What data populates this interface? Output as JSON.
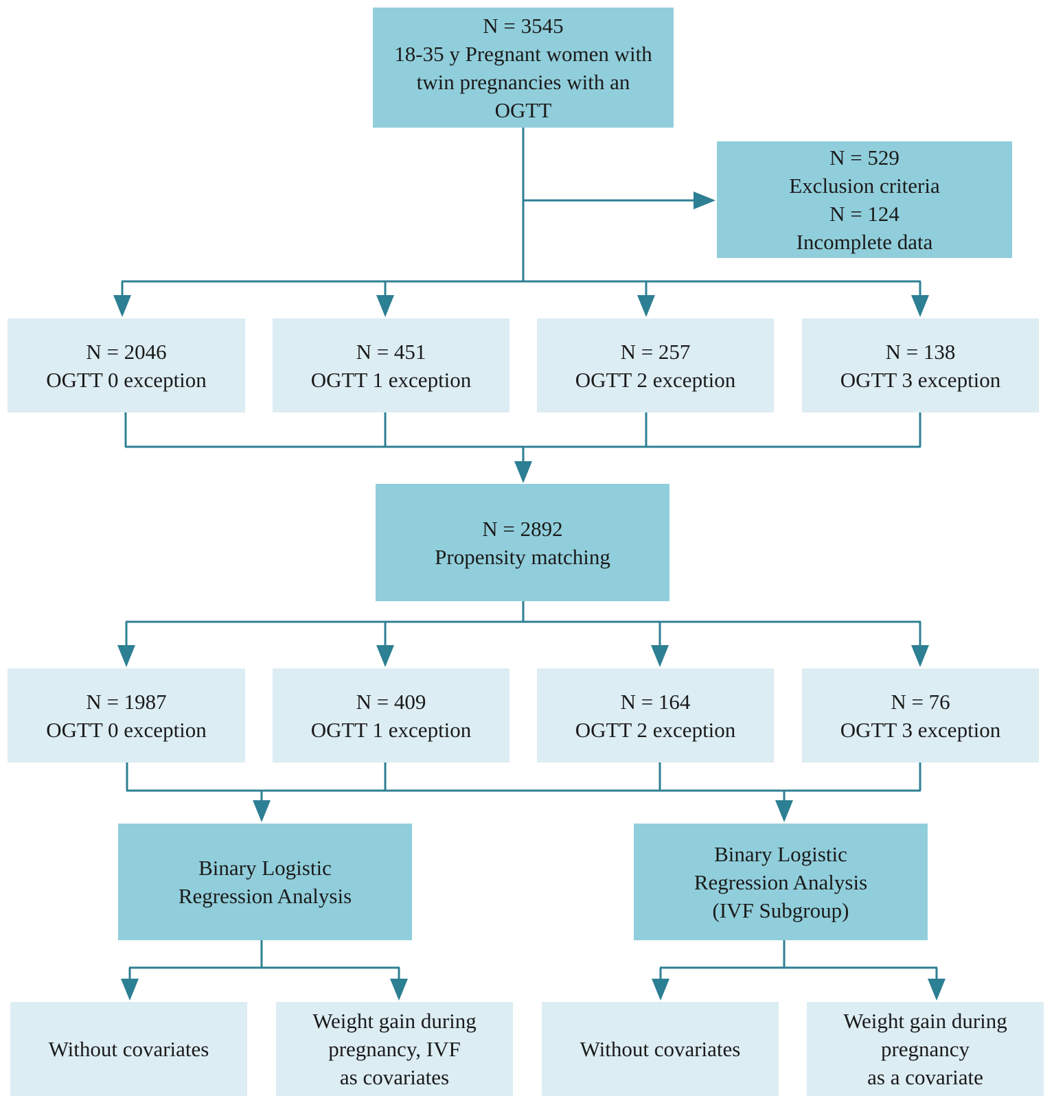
{
  "colors": {
    "dark_box": "#91cedb",
    "light_box": "#dcedf3",
    "connector": "#2d7f93",
    "text": "#1a1a1a"
  },
  "nodes": {
    "start": {
      "count": "N = 3545",
      "lines": [
        "18-35 y Pregnant women with",
        "twin pregnancies with an",
        "OGTT"
      ]
    },
    "excluded": {
      "count1": "N = 529",
      "label1": "Exclusion criteria",
      "count2": "N = 124",
      "label2": "Incomplete data"
    },
    "before_matching": [
      {
        "count": "N = 2046",
        "label": "OGTT 0 exception"
      },
      {
        "count": "N = 451",
        "label": "OGTT 1 exception"
      },
      {
        "count": "N = 257",
        "label": "OGTT 2 exception"
      },
      {
        "count": "N = 138",
        "label": "OGTT 3 exception"
      }
    ],
    "matching": {
      "count": "N = 2892",
      "label": "Propensity matching"
    },
    "after_matching": [
      {
        "count": "N = 1987",
        "label": "OGTT 0 exception"
      },
      {
        "count": "N = 409",
        "label": "OGTT 1 exception"
      },
      {
        "count": "N = 164",
        "label": "OGTT 2 exception"
      },
      {
        "count": "N = 76",
        "label": "OGTT 3 exception"
      }
    ],
    "analysis_main": {
      "lines": [
        "Binary Logistic",
        "Regression Analysis"
      ]
    },
    "analysis_ivf": {
      "lines": [
        "Binary Logistic",
        "Regression Analysis",
        "(IVF Subgroup)"
      ]
    },
    "main_without": {
      "lines": [
        "Without covariates"
      ]
    },
    "main_with": {
      "lines": [
        "Weight gain during",
        "pregnancy, IVF",
        "as covariates"
      ]
    },
    "ivf_without": {
      "lines": [
        "Without covariates"
      ]
    },
    "ivf_with": {
      "lines": [
        "Weight gain during",
        "pregnancy",
        "as a covariate"
      ]
    }
  }
}
